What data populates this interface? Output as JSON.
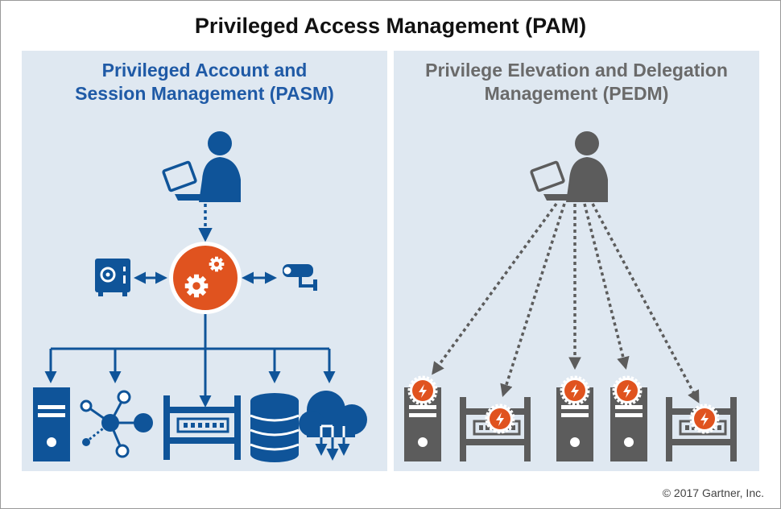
{
  "title": "Privileged Access Management (PAM)",
  "left_panel": {
    "title_line1": "Privileged Account and",
    "title_line2": "Session Management (PASM)"
  },
  "right_panel": {
    "title_line1": "Privilege Elevation and Delegation",
    "title_line2": "Management (PEDM)"
  },
  "copyright": "© 2017 Gartner, Inc.",
  "colors": {
    "blue": "#0f5499",
    "orange": "#e0531f",
    "gray": "#5c5c5c",
    "panel_bg": "#dfe8f1"
  },
  "icons": {
    "left": [
      "user-laptop-icon",
      "vault-icon",
      "gears-icon",
      "camera-icon",
      "server-icon",
      "network-icon",
      "switch-icon",
      "database-icon",
      "cloud-icon"
    ],
    "right": [
      "user-laptop-icon",
      "server-icon",
      "switch-icon",
      "lightning-badge-icon"
    ]
  }
}
